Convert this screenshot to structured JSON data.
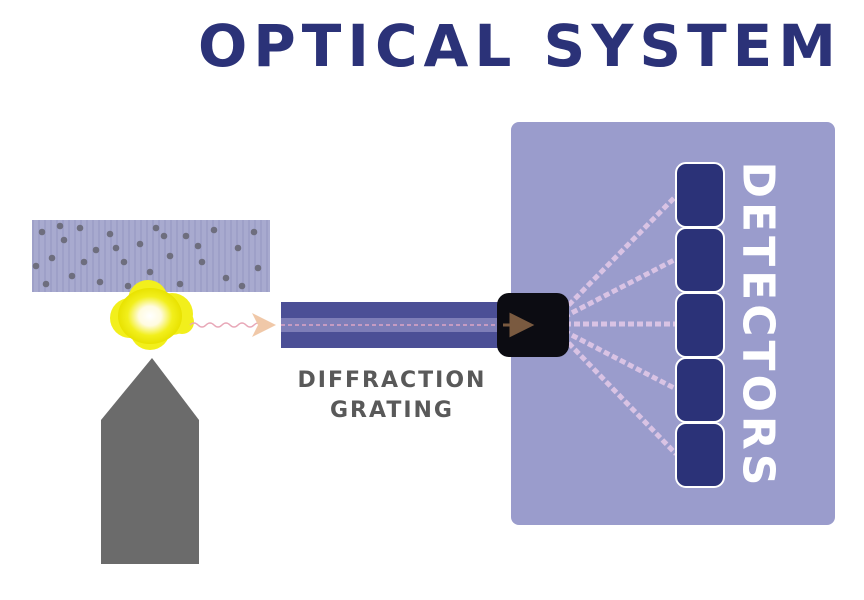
{
  "title": "OPTICAL SYSTEM",
  "grating_label_line1": "DIFFRACTION",
  "grating_label_line2": "GRATING",
  "detectors_label": "DETECTORS",
  "colors": {
    "navy": "#2b3278",
    "panel": "#9a9ccc",
    "sample": "#a8aacf",
    "dots": "#6e6e7e",
    "light": "#f2ef1c",
    "probe": "#6b6b6b",
    "grating": "#4b4f96",
    "beam": "#d7b7e0",
    "grating_box": "#0c0c12"
  }
}
